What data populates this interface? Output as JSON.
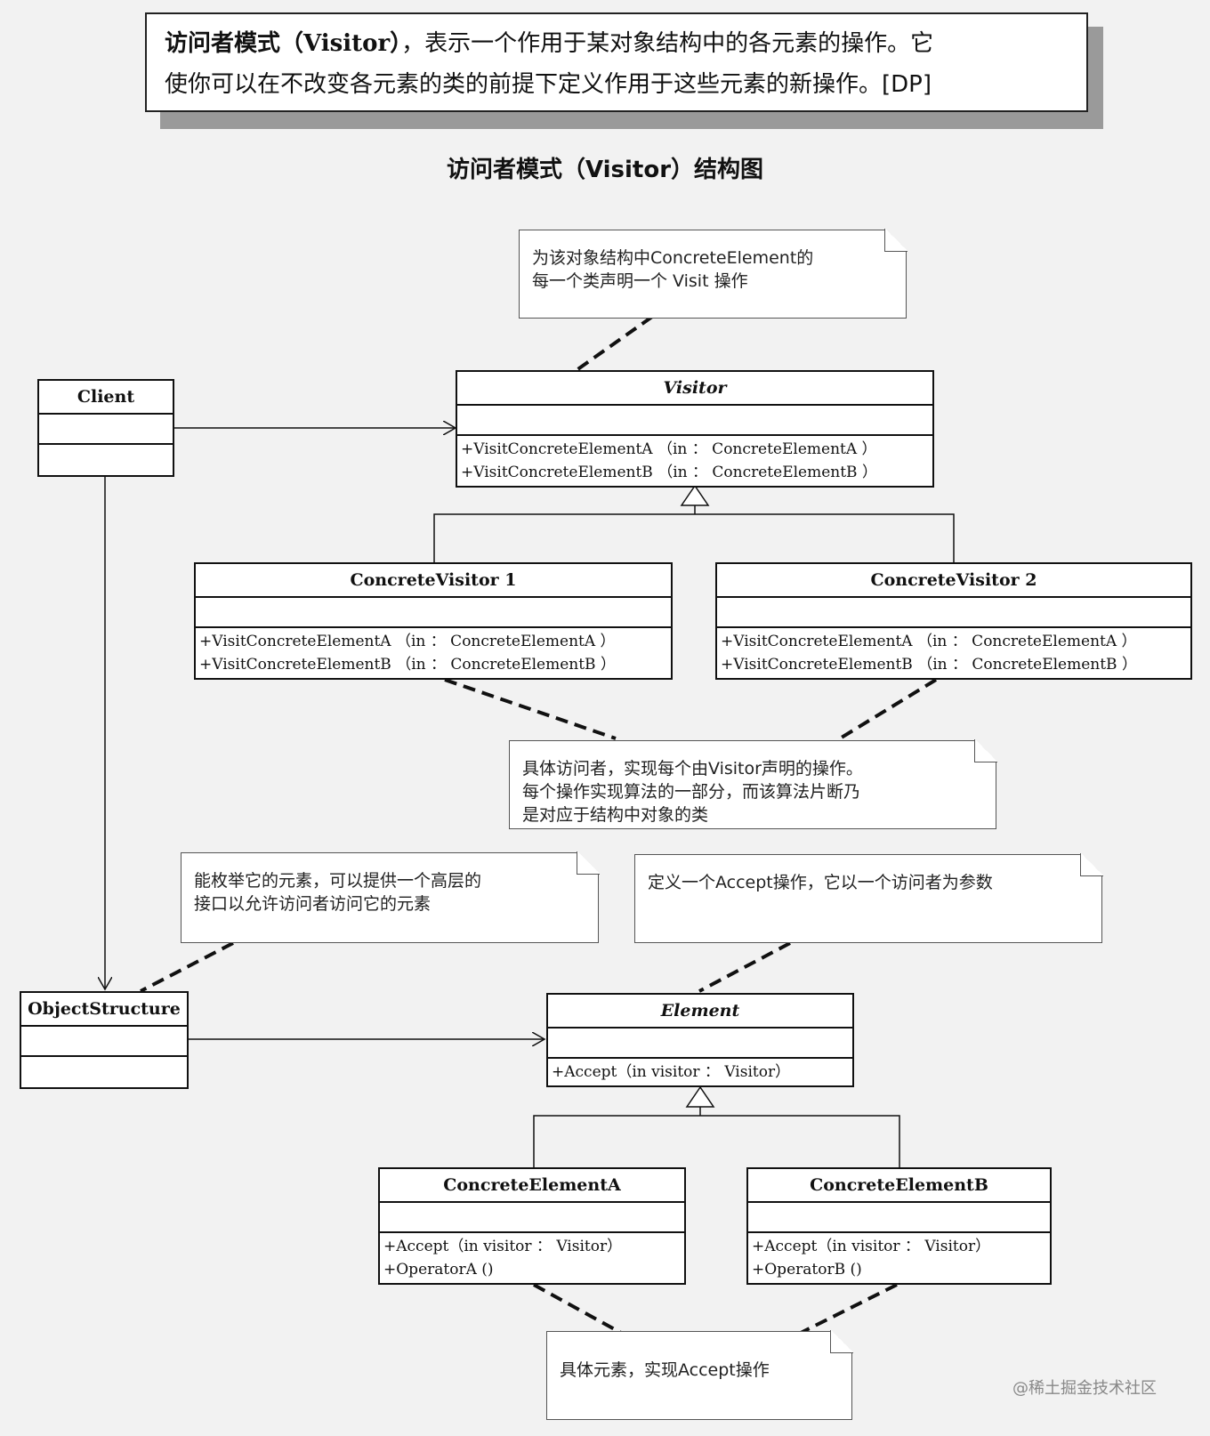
{
  "definition": {
    "term": "访问者模式（Visitor）",
    "line1_rest": "，表示一个作用于某对象结构中的各元素的操作。它",
    "line2": "使你可以在不改变各元素的类的前提下定义作用于这些元素的新操作。[DP]"
  },
  "title": "访问者模式（Visitor）结构图",
  "classes": {
    "client": {
      "name": "Client"
    },
    "visitor": {
      "name": "Visitor",
      "ops": [
        "+VisitConcreteElementA （in  ： ConcreteElementA ）",
        "+VisitConcreteElementB （in  ： ConcreteElementB ）"
      ]
    },
    "cv1": {
      "name": "ConcreteVisitor 1",
      "ops": [
        "+VisitConcreteElementA （in  ： ConcreteElementA ）",
        "+VisitConcreteElementB （in  ： ConcreteElementB ）"
      ]
    },
    "cv2": {
      "name": "ConcreteVisitor 2",
      "ops": [
        "+VisitConcreteElementA （in  ： ConcreteElementA ）",
        "+VisitConcreteElementB （in  ： ConcreteElementB ）"
      ]
    },
    "objstruct": {
      "name": "ObjectStructure"
    },
    "element": {
      "name": "Element",
      "ops": [
        "+Accept（in visitor  ： Visitor）"
      ]
    },
    "cea": {
      "name": "ConcreteElementA",
      "ops": [
        "+Accept（in visitor  ： Visitor）",
        "+OperatorA ()"
      ]
    },
    "ceb": {
      "name": "ConcreteElementB",
      "ops": [
        "+Accept（in visitor  ： Visitor）",
        "+OperatorB ()"
      ]
    }
  },
  "notes": {
    "visitor_note": "为该对象结构中ConcreteElement的\n每一个类声明一个 Visit 操作",
    "concrete_visitor_note": "具体访问者，实现每个由Visitor声明的操作。\n每个操作实现算法的一部分，而该算法片断乃\n是对应于结构中对象的类",
    "objstruct_note": "能枚举它的元素，可以提供一个高层的\n接口以允许访问者访问它的元素",
    "element_note": "定义一个Accept操作，它以一个访问者为参数",
    "concrete_element_note": "具体元素，实现Accept操作"
  },
  "watermark": "@稀土掘金技术社区"
}
